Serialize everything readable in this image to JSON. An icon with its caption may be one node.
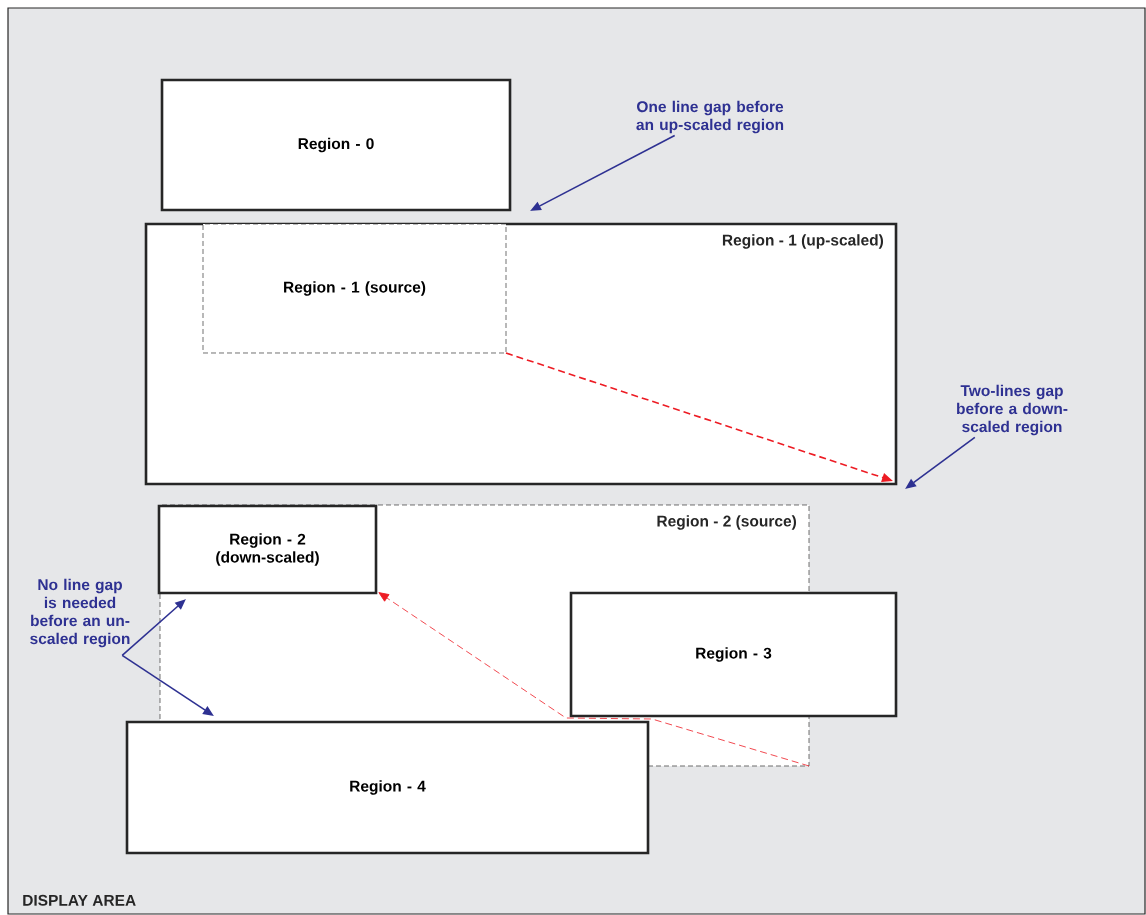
{
  "diagram": {
    "nodes": [
      {
        "text": [
          "DISPLAY AREA"
        ]
      },
      {
        "text": [
          "Region - 0"
        ],
        "in": 0
      },
      {
        "text": [
          "Region - 1 (up-scaled)"
        ],
        "in": 0
      },
      {
        "text": [
          "Region - 1 (source)"
        ],
        "in": 2
      },
      {
        "text": [
          "Region - 2 (source)"
        ],
        "in": 0
      },
      {
        "text": [
          "Region - 2 (down-scaled)"
        ],
        "in": 4
      },
      {
        "text": [
          "Region - 3"
        ],
        "in": 0
      },
      {
        "text": [
          "Region - 4"
        ],
        "in": 0
      },
      {
        "text": [
          "One line gap before an up-scaled region"
        ],
        "in": 0
      },
      {
        "text": [
          "Two-lines gap before a down-scaled region"
        ],
        "in": 0
      },
      {
        "text": [
          "No line gap is needed before an un-scaled region"
        ],
        "in": 0
      }
    ],
    "edges": [
      {
        "from": 8,
        "to": null,
        "arrow": "to"
      },
      {
        "from": 3,
        "to": 2,
        "arrow": "to",
        "style": "dashed",
        "color": "#ed1c24"
      },
      {
        "from": 9,
        "to": null,
        "arrow": "to"
      },
      {
        "from": 4,
        "to": 5,
        "arrow": "to",
        "style": "dashed",
        "color": "#ed1c24"
      },
      {
        "from": 10,
        "to": 4,
        "arrow": "to"
      },
      {
        "from": 10,
        "to": 4,
        "arrow": "to"
      }
    ]
  }
}
